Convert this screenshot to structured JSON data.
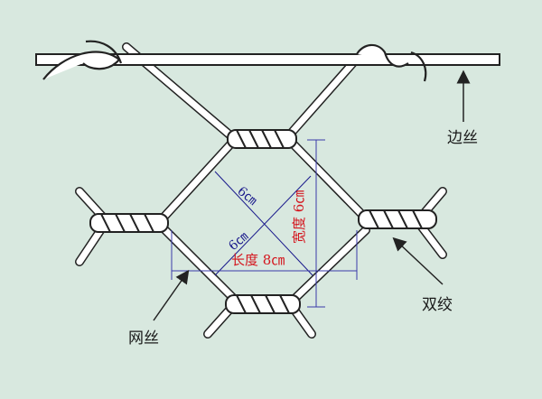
{
  "labels": {
    "edge_wire": "边丝",
    "double_twist": "双绞",
    "mesh_wire": "网丝"
  },
  "dimensions": {
    "diag_upper": "6㎝",
    "diag_lower": "6㎝",
    "width": "宽度 6㎝",
    "length": "长度 8㎝"
  },
  "colors": {
    "background": "#d8e8df",
    "wire_fill": "#ffffff",
    "wire_stroke": "#222222",
    "dimension_blue": "#1a1a8c",
    "dimension_red": "#d4141c",
    "label_black": "#1a1a1a"
  }
}
